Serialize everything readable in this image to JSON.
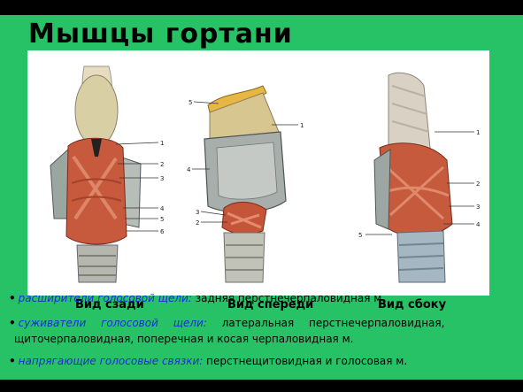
{
  "title": "Мышцы гортани",
  "captions": {
    "back": "Вид сзади",
    "front": "Вид спереди",
    "side": "Вид сбоку"
  },
  "figures": {
    "back_labels": [
      "1",
      "2",
      "3",
      "4",
      "5",
      "6"
    ],
    "front_labels": [
      "5",
      "1",
      "4",
      "3",
      "2"
    ],
    "side_labels": [
      "1",
      "2",
      "3",
      "4",
      "5"
    ]
  },
  "bullets": [
    {
      "term": "расширители голосовой щели:",
      "text": "задняя перстнечерпаловидная м."
    },
    {
      "term": "суживатели голосовой щели:",
      "text": "латеральная перстнечерпаловидная,",
      "text2": "щиточерпаловидная, поперечная и косая черпаловидная м."
    },
    {
      "term": "напрягающие голосовые связки:",
      "text": "перстнещитовидная и голосовая м."
    }
  ],
  "colors": {
    "background": "#27c266",
    "frame": "#000000",
    "term_text": "#1c2bd8"
  }
}
